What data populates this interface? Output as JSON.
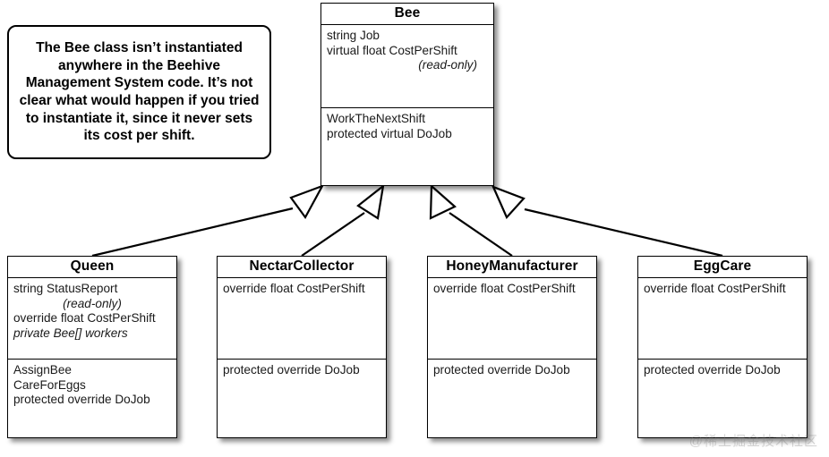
{
  "diagram": {
    "type": "uml-class-diagram",
    "title": "Bee class hierarchy",
    "relationship_label": "generalization"
  },
  "callout": {
    "name": "bee-class-note",
    "text": "The Bee class isn’t instantiated anywhere in the Beehive Management System code. It’s not clear what would happen if you tried to instantiate it, since it never sets its cost per shift."
  },
  "classes": [
    {
      "id": "bee",
      "name": "Bee",
      "attributes": [
        {
          "text": "string Job",
          "italic": false,
          "align": "left"
        },
        {
          "text": "virtual float CostPerShift",
          "italic": false,
          "align": "left"
        },
        {
          "text": "(read-only)",
          "italic": true,
          "align": "right"
        }
      ],
      "methods": [
        {
          "text": "WorkTheNextShift",
          "italic": false,
          "align": "left"
        },
        {
          "text": "protected virtual DoJob",
          "italic": false,
          "align": "left"
        }
      ]
    },
    {
      "id": "queen",
      "name": "Queen",
      "attributes": [
        {
          "text": "string StatusReport",
          "italic": false,
          "align": "left"
        },
        {
          "text": "(read-only)",
          "italic": true,
          "align": "center"
        },
        {
          "text": "override float CostPerShift",
          "italic": false,
          "align": "left"
        },
        {
          "text": "private Bee[] workers",
          "italic": true,
          "align": "left"
        }
      ],
      "methods": [
        {
          "text": "AssignBee",
          "italic": false,
          "align": "left"
        },
        {
          "text": "CareForEggs",
          "italic": false,
          "align": "left"
        },
        {
          "text": "protected override DoJob",
          "italic": false,
          "align": "left"
        }
      ]
    },
    {
      "id": "nectarcollector",
      "name": "NectarCollector",
      "attributes": [
        {
          "text": "override float CostPerShift",
          "italic": false,
          "align": "left"
        }
      ],
      "methods": [
        {
          "text": "protected override DoJob",
          "italic": false,
          "align": "left"
        }
      ]
    },
    {
      "id": "honeymanufacturer",
      "name": "HoneyManufacturer",
      "attributes": [
        {
          "text": "override float CostPerShift",
          "italic": false,
          "align": "left"
        }
      ],
      "methods": [
        {
          "text": "protected override DoJob",
          "italic": false,
          "align": "left"
        }
      ]
    },
    {
      "id": "eggcare",
      "name": "EggCare",
      "attributes": [
        {
          "text": "override float CostPerShift",
          "italic": false,
          "align": "left"
        }
      ],
      "methods": [
        {
          "text": "protected override DoJob",
          "italic": false,
          "align": "left"
        }
      ]
    }
  ],
  "inheritance": [
    {
      "from": "queen",
      "to": "bee"
    },
    {
      "from": "nectarcollector",
      "to": "bee"
    },
    {
      "from": "honeymanufacturer",
      "to": "bee"
    },
    {
      "from": "eggcare",
      "to": "bee"
    }
  ],
  "watermark": {
    "text": "@稀土掘金技术社区"
  },
  "colors": {
    "stroke": "#000000",
    "background": "#ffffff",
    "text": "#1a1a1a",
    "shadow": "rgba(0,0,0,0.45)"
  }
}
